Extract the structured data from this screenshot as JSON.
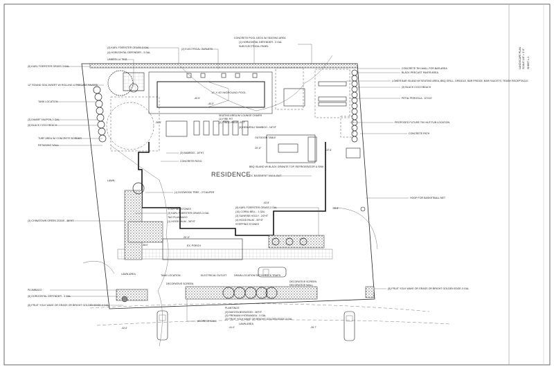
{
  "sheet": {
    "title_block": [
      "LANDSCAPE PLAN",
      "SCALE 1/8\" = 1'-0\"",
      "SHEET L-1"
    ]
  },
  "areas": {
    "residence": "RESIDENCE",
    "lawn_1": "LAWN AREA",
    "lawn_2": "LAWN AREA",
    "pool": "12' X 40' INGROUND POOL",
    "pool_elev": "-40.5'",
    "porch": "EX. PORCH",
    "porch_dim": "20'-0\"",
    "patio_dim": "20'-0\""
  },
  "left_labels": [
    "(5) KARL FOERSTER GRASS-3 GAL",
    "12\" ROUND SOIL INSERT W/ ROLLING & PRECAST PAVERS",
    "TANK LOCATION",
    "(3) DWARF YAUPON-3 GAL",
    "(5) BLACK COCO BEACH",
    "TURF AREA W/ CONCRETE BORDER",
    "RETAINING WALL",
    "LAWN",
    "(3) CHINATOWN GREEN ZIZIAS - 36\"HT",
    "PLUMBAGO",
    "(5) HORIZONTAL DEFENDER - 3 GAL",
    "(5) FRUIT YOLK WAVE OR GRASS OR BRIGHT GOLDEN EDGE-3 GAL"
  ],
  "top_labels": [
    "(3) KARL FOERSTER GRASS-3 GAL",
    "(4) HORIZONTAL DEFENDER - 3 GAL",
    "UMBRELLA TIED",
    "(2) ELECTRICAL OUTLETS",
    "CONCRETE POOL DECK W/ SEATING AREA",
    "(1) HORIZONTAL DEFENDER - 3 GAL",
    "SUB ELECTRICAL PANEL"
  ],
  "right_labels": [
    "CONCRETE TIKI WALL FOR BAR AREA",
    "BLACK PRECAST PAVER AREA",
    "LOWER BAR ISLAND W/ SEATING AREA, BBQ GRILL, GRIDDLE, BAR FRIDGE, BAR FAUCETS, TRASH RECEPTACLE",
    "(5) BLACK COCO BEACH",
    "PETAL PERGOLA - 10'X10'",
    "PROPOSED FUTURE TIKI HUT/TUB LOCATION",
    "CONCRETE PATH",
    "HOOP FOR BASKETBALL NET",
    "(5) FRUIT YOLK WAVE OR GRASS OR BRIGHT GOLDEN EDGE-3 GAL"
  ],
  "center_labels": [
    "SEATING AREA W/ LOUNGE CHAIRS",
    "(1) FIRE PIT",
    "(2) PINDO PALM - 6'CT",
    "(4) HEAVENLY BAMBOO - 18\"HT",
    "(3) BAMBOO - 18\"HT",
    "CONCRETE PATIO",
    "OUTDOOR TABLE",
    "BBQ ISLAND W/ BLACK GRANITE TOP, REFRIGERATOR & SINK",
    "EX. BASEMENT WALK-OUT",
    "(1) DOGWOOD TREE - 2\"CALIPER",
    "STEPPING STONES",
    "(3) KARL FOERSTER GRASS-3 GAL",
    "TAG PLUMBAGO",
    "(1) HOOD PALM - 36\"HT",
    "(5) KARL FOERSTER GRASS-3 GAL",
    "(10) CORAL BELL - 1 GAL",
    "(3) SUNRISE HOLLY - 24\"HT",
    "(4) HOOD PALM - 30\"HT",
    "STEPPING STONES"
  ],
  "bottom_labels": [
    "TANK LOCATION",
    "ELECTRICAL OUTLET",
    "DRAIN LOCATION SET IN ROCK TRAPS",
    "DECORATIVE SCREEN",
    "DECORATIVE WALL",
    "DECORATIVE SCREEN",
    "PLANTINGS",
    "(3) DAKOTA BOXWOOD - 36\"HT",
    "(3) PREMIUM HYDRANGEA - 3 GAL",
    "(3) FRUIT YOLK WAVE OR BRIGHT GOLDEN EDGE-3 GAL",
    "ADDRESS WALL"
  ],
  "elevations": [
    "-40.5'",
    "-42.0'",
    "-42.8'",
    "-39.8'",
    "-41.0'",
    "-39.7'",
    "-38.5'",
    "-37.5'",
    "-38.0'"
  ]
}
